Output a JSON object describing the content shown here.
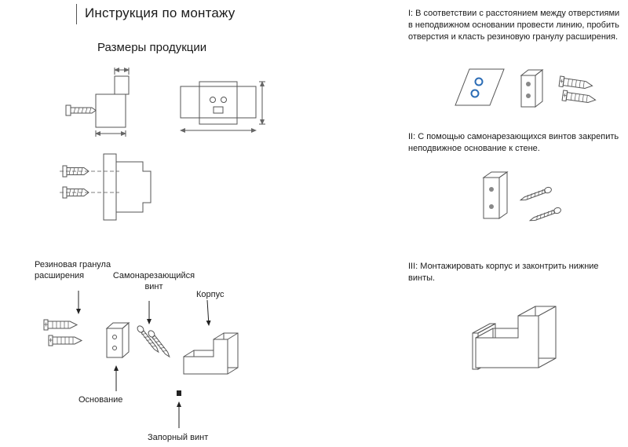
{
  "document": {
    "title": "Инструкция по монтажу",
    "section_title": "Размеры продукции"
  },
  "parts": {
    "dowel_label": "Резиновая гранула расширения",
    "screw_label": "Самонарезающийся винт",
    "body_label": "Корпус",
    "base_label": "Основание",
    "lock_screw_label": "Запорный винт"
  },
  "steps": [
    {
      "id": "I",
      "text": "I: В соответствии с расстоянием между отверстиями в неподвижном основании провести линию, пробить отверстия и класть резиновую гранулу расширения."
    },
    {
      "id": "II",
      "text": "II: С помощью самонарезающихся винтов закрепить неподвижное основание к стене."
    },
    {
      "id": "III",
      "text": "III: Монтажировать корпус и законтрить нижние винты."
    }
  ],
  "colors": {
    "accent_blue": "#2b6cb5",
    "line": "#555555",
    "text": "#1a1a1a"
  }
}
